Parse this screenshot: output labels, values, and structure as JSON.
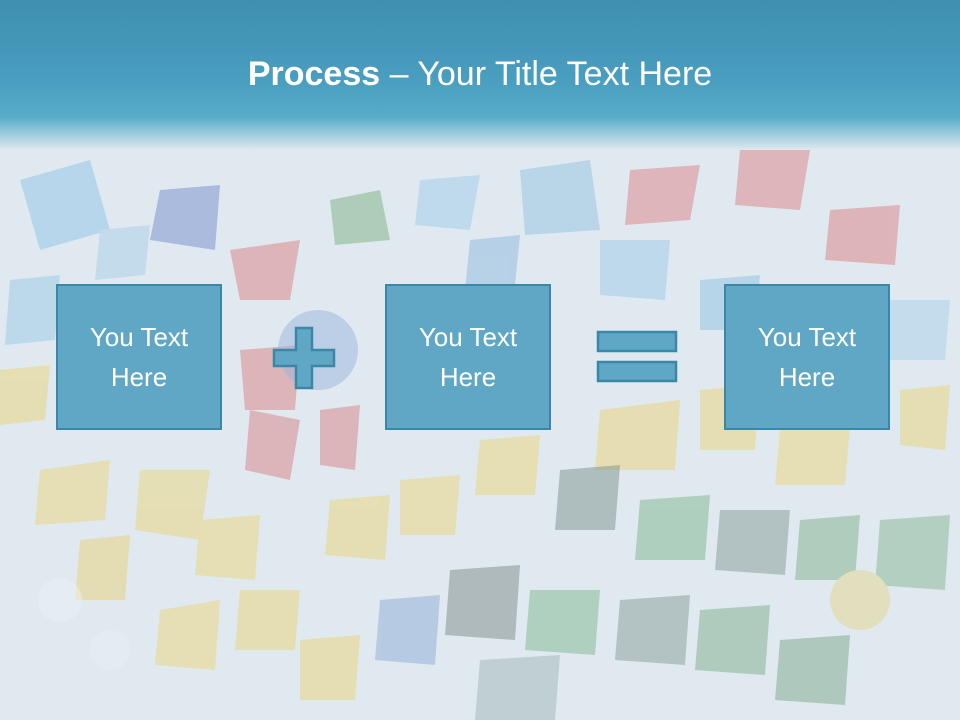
{
  "slide": {
    "title_bold": "Process",
    "title_rest": " – Your Title Text Here",
    "boxes": [
      {
        "line1": "You Text",
        "line2": "Here"
      },
      {
        "line1": "You Text",
        "line2": "Here"
      },
      {
        "line1": "You Text",
        "line2": "Here"
      }
    ],
    "operators": [
      "plus-icon",
      "equals-icon"
    ]
  },
  "colors": {
    "header": "#4a9ec0",
    "box_fill": "#5fa7c4",
    "box_border": "#3b87a8",
    "text": "#ffffff"
  }
}
